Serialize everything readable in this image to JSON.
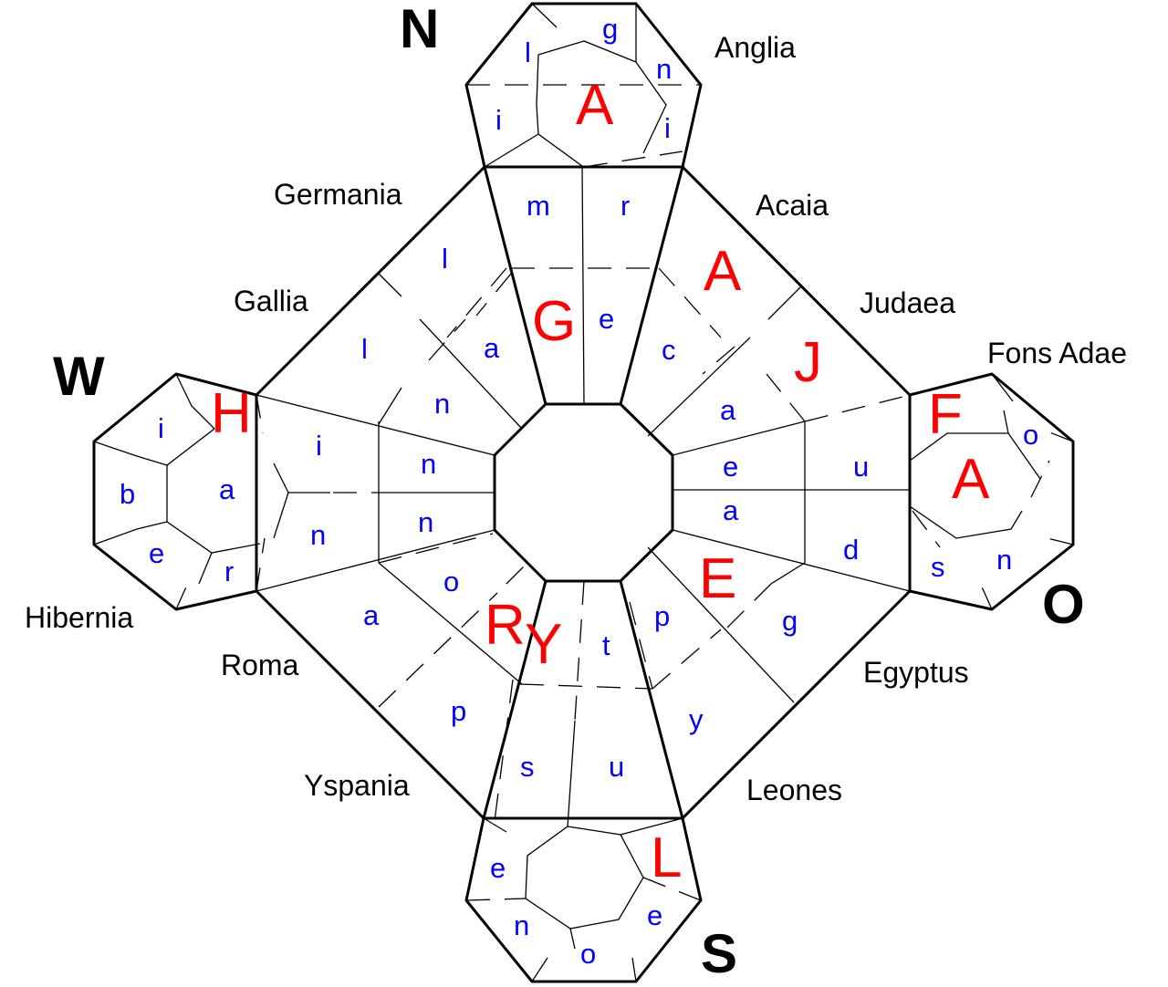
{
  "colors": {
    "line": "#000000",
    "big_letter": "#ff0000",
    "small_letter": "#0000ff",
    "background": "#ffffff"
  },
  "compass": {
    "n": "N",
    "w": "W",
    "o": "O",
    "s": "S"
  },
  "regions": {
    "anglia": "Anglia",
    "germania": "Germania",
    "acaia": "Acaia",
    "gallia": "Gallia",
    "judaea": "Judaea",
    "fons_adae": "Fons Adae",
    "hibernia": "Hibernia",
    "roma": "Roma",
    "egyptus": "Egyptus",
    "yspania": "Yspania",
    "leones": "Leones"
  },
  "big_letters": {
    "north": "A",
    "upper_left": "G",
    "upper_right_a": "A",
    "upper_right_j": "J",
    "west": "H",
    "east_f": "F",
    "east_a": "A",
    "lower_right": "E",
    "lower_left_r": "R",
    "lower_y": "Y",
    "south": "L"
  },
  "small_letters": {
    "north": {
      "g": "g",
      "l": "l",
      "n": "n",
      "i1": "i",
      "i2": "i"
    },
    "upper": {
      "m": "m",
      "r": "r",
      "l1": "l",
      "e": "e",
      "l2": "l",
      "a": "a",
      "c": "c"
    },
    "east_arm": {
      "a1": "a",
      "e": "e",
      "a2": "a",
      "u": "u",
      "d": "d"
    },
    "fons": {
      "o": "o",
      "s": "s",
      "n": "n"
    },
    "west": {
      "i": "i",
      "b": "b",
      "e": "e",
      "a": "a",
      "r": "r"
    },
    "west_arm": {
      "i": "i",
      "n1": "n",
      "n2": "n",
      "n3": "n",
      "n4": "n"
    },
    "lower": {
      "o": "o",
      "a": "a",
      "p1": "p",
      "t": "t",
      "g": "g",
      "p2": "p",
      "y": "y",
      "s": "s",
      "u": "u"
    },
    "south": {
      "e1": "e",
      "n": "n",
      "o": "o",
      "e2": "e"
    }
  }
}
